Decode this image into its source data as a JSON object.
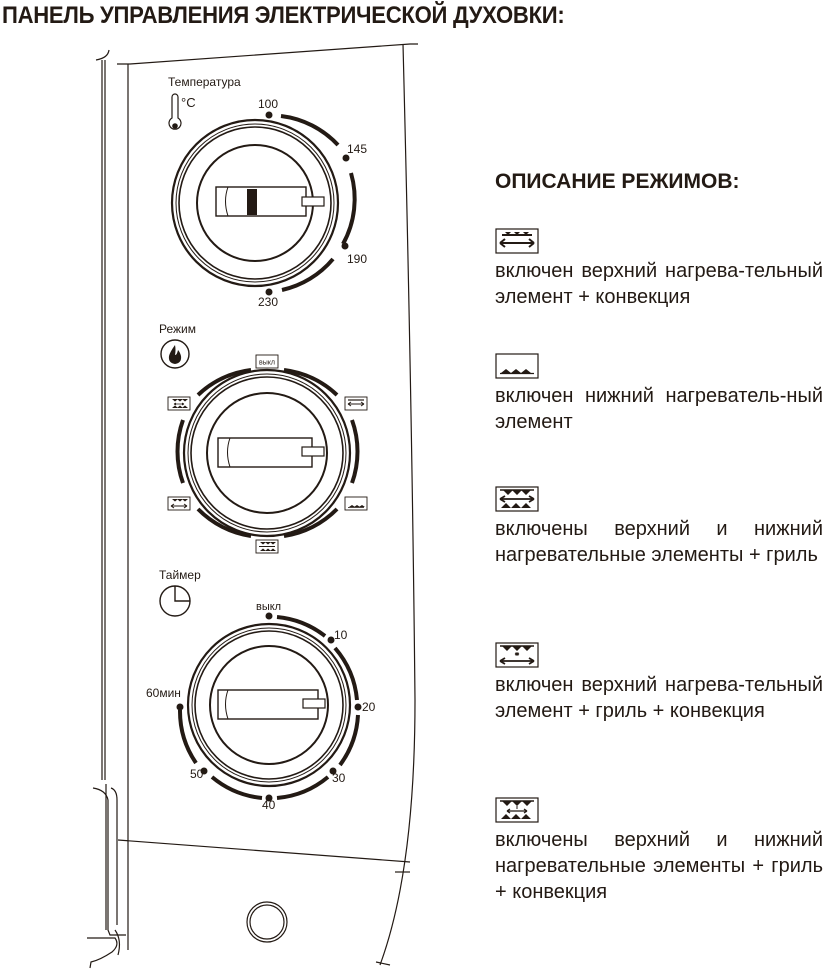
{
  "header": {
    "title": "ПАНЕЛЬ УПРАВЛЕНИЯ ЭЛЕКТРИЧЕСКОЙ ДУХОВКИ:"
  },
  "colors": {
    "ink": "#231a14",
    "background": "#ffffff"
  },
  "panel": {
    "temperature_knob": {
      "label": "Температура",
      "unit": "°C",
      "icon": "thermometer-icon",
      "marks": [
        "100",
        "145",
        "190",
        "230"
      ]
    },
    "mode_knob": {
      "label": "Режим",
      "icon": "flame-icon",
      "off_label": "выкл",
      "positions": [
        "выкл",
        "top-convection",
        "bottom",
        "top-bottom-grill",
        "top-grill-convection",
        "top-bottom-grill-convection"
      ]
    },
    "timer_knob": {
      "label": "Таймер",
      "icon": "clock-icon",
      "marks": [
        "выкл",
        "10",
        "20",
        "30",
        "40",
        "50",
        "60мин"
      ]
    }
  },
  "legend": {
    "title": "ОПИСАНИЕ РЕЖИМОВ:",
    "modes": [
      {
        "icon": "top-heater-convection-icon",
        "text": "включен верхний нагрева-тельный элемент + конвекция"
      },
      {
        "icon": "bottom-heater-icon",
        "text": "включен нижний нагреватель-ный элемент"
      },
      {
        "icon": "top-bottom-heater-grill-icon",
        "text": "включены верхний и нижний нагревательные элементы + гриль"
      },
      {
        "icon": "top-heater-grill-convection-icon",
        "text": "включен верхний нагрева-тельный элемент + гриль + конвекция"
      },
      {
        "icon": "top-bottom-heater-grill-convection-icon",
        "text": "включены верхний и нижний нагревательные элементы + гриль + конвекция"
      }
    ]
  }
}
